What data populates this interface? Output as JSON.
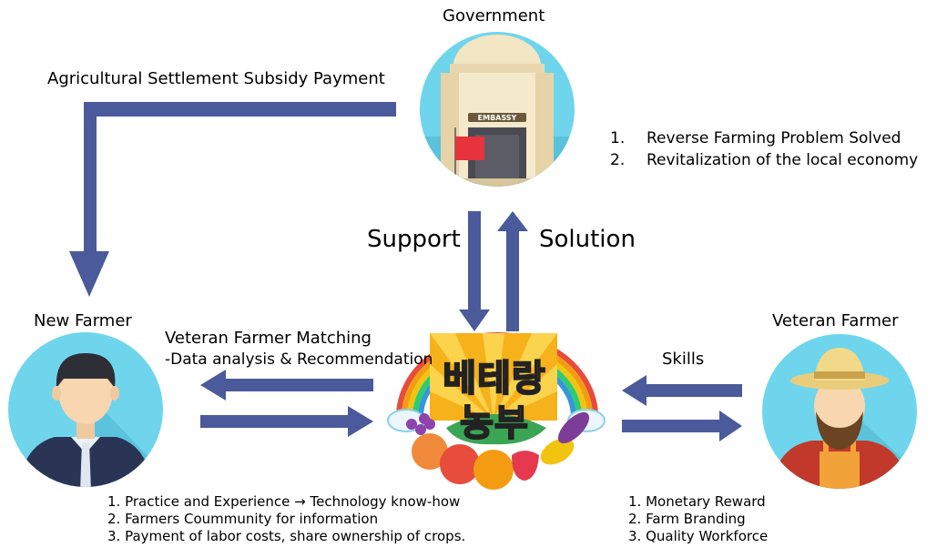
{
  "colors": {
    "arrow": "#4a5a9a",
    "circle_bg": "#6fd5ec",
    "text": "#000000"
  },
  "government": {
    "title": "Government",
    "icon": "embassy-building-icon",
    "badge_text": "EMBASSY",
    "outcomes": [
      {
        "num": "1.",
        "text": "Reverse Farming Problem Solved"
      },
      {
        "num": "2.",
        "text": "Revitalization of the local economy"
      }
    ]
  },
  "subsidy_label": "Agricultural Settlement Subsidy Payment",
  "support_label": "Support",
  "solution_label": "Solution",
  "new_farmer": {
    "title": "New Farmer",
    "icon": "businessman-avatar-icon",
    "benefits": [
      "1. Practice and Experience → Technology know-how",
      "2. Farmers Coummunity for information",
      "3. Payment of labor costs, share ownership of crops."
    ]
  },
  "matching": {
    "title": "Veteran Farmer Matching",
    "subtitle": "-Data analysis & Recommendation"
  },
  "logo": {
    "line1": "베테랑",
    "line2": "농부",
    "icon": "veteran-farmer-logo-icon"
  },
  "skills_label": "Skills",
  "veteran_farmer": {
    "title": "Veteran Farmer",
    "icon": "farmer-avatar-icon",
    "benefits": [
      "1. Monetary Reward",
      "2. Farm Branding",
      "3. Quality Workforce"
    ]
  }
}
